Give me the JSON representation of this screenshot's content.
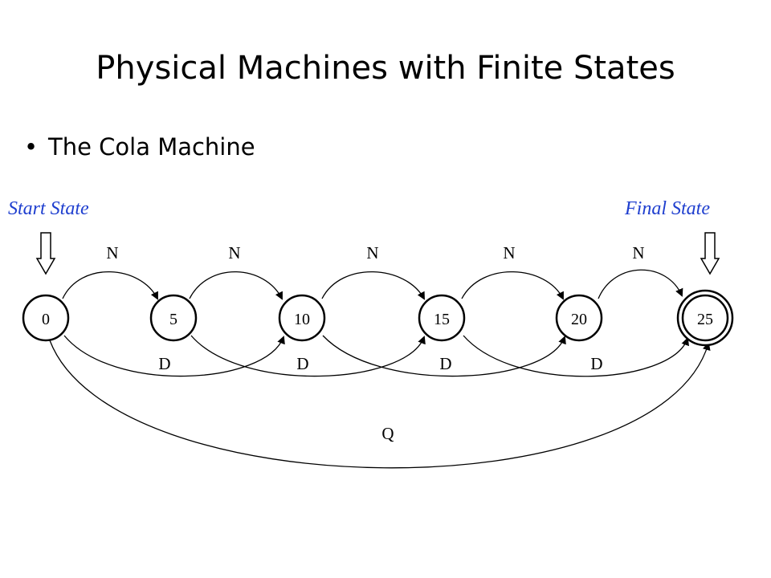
{
  "slide": {
    "title": "Physical Machines with Finite States",
    "bullet": "The Cola Machine"
  },
  "diagram": {
    "start_label": "Start State",
    "final_label": "Final State",
    "accent_color": "#1f3fcf",
    "states": [
      "0",
      "5",
      "10",
      "15",
      "20",
      "25"
    ],
    "final_state": "25",
    "transitions": [
      {
        "from": "0",
        "to": "5",
        "label": "N"
      },
      {
        "from": "5",
        "to": "10",
        "label": "N"
      },
      {
        "from": "10",
        "to": "15",
        "label": "N"
      },
      {
        "from": "15",
        "to": "20",
        "label": "N"
      },
      {
        "from": "20",
        "to": "25",
        "label": "N"
      },
      {
        "from": "0",
        "to": "10",
        "label": "D"
      },
      {
        "from": "5",
        "to": "15",
        "label": "D"
      },
      {
        "from": "10",
        "to": "20",
        "label": "D"
      },
      {
        "from": "15",
        "to": "25",
        "label": "D"
      },
      {
        "from": "0",
        "to": "25",
        "label": "Q"
      }
    ]
  }
}
